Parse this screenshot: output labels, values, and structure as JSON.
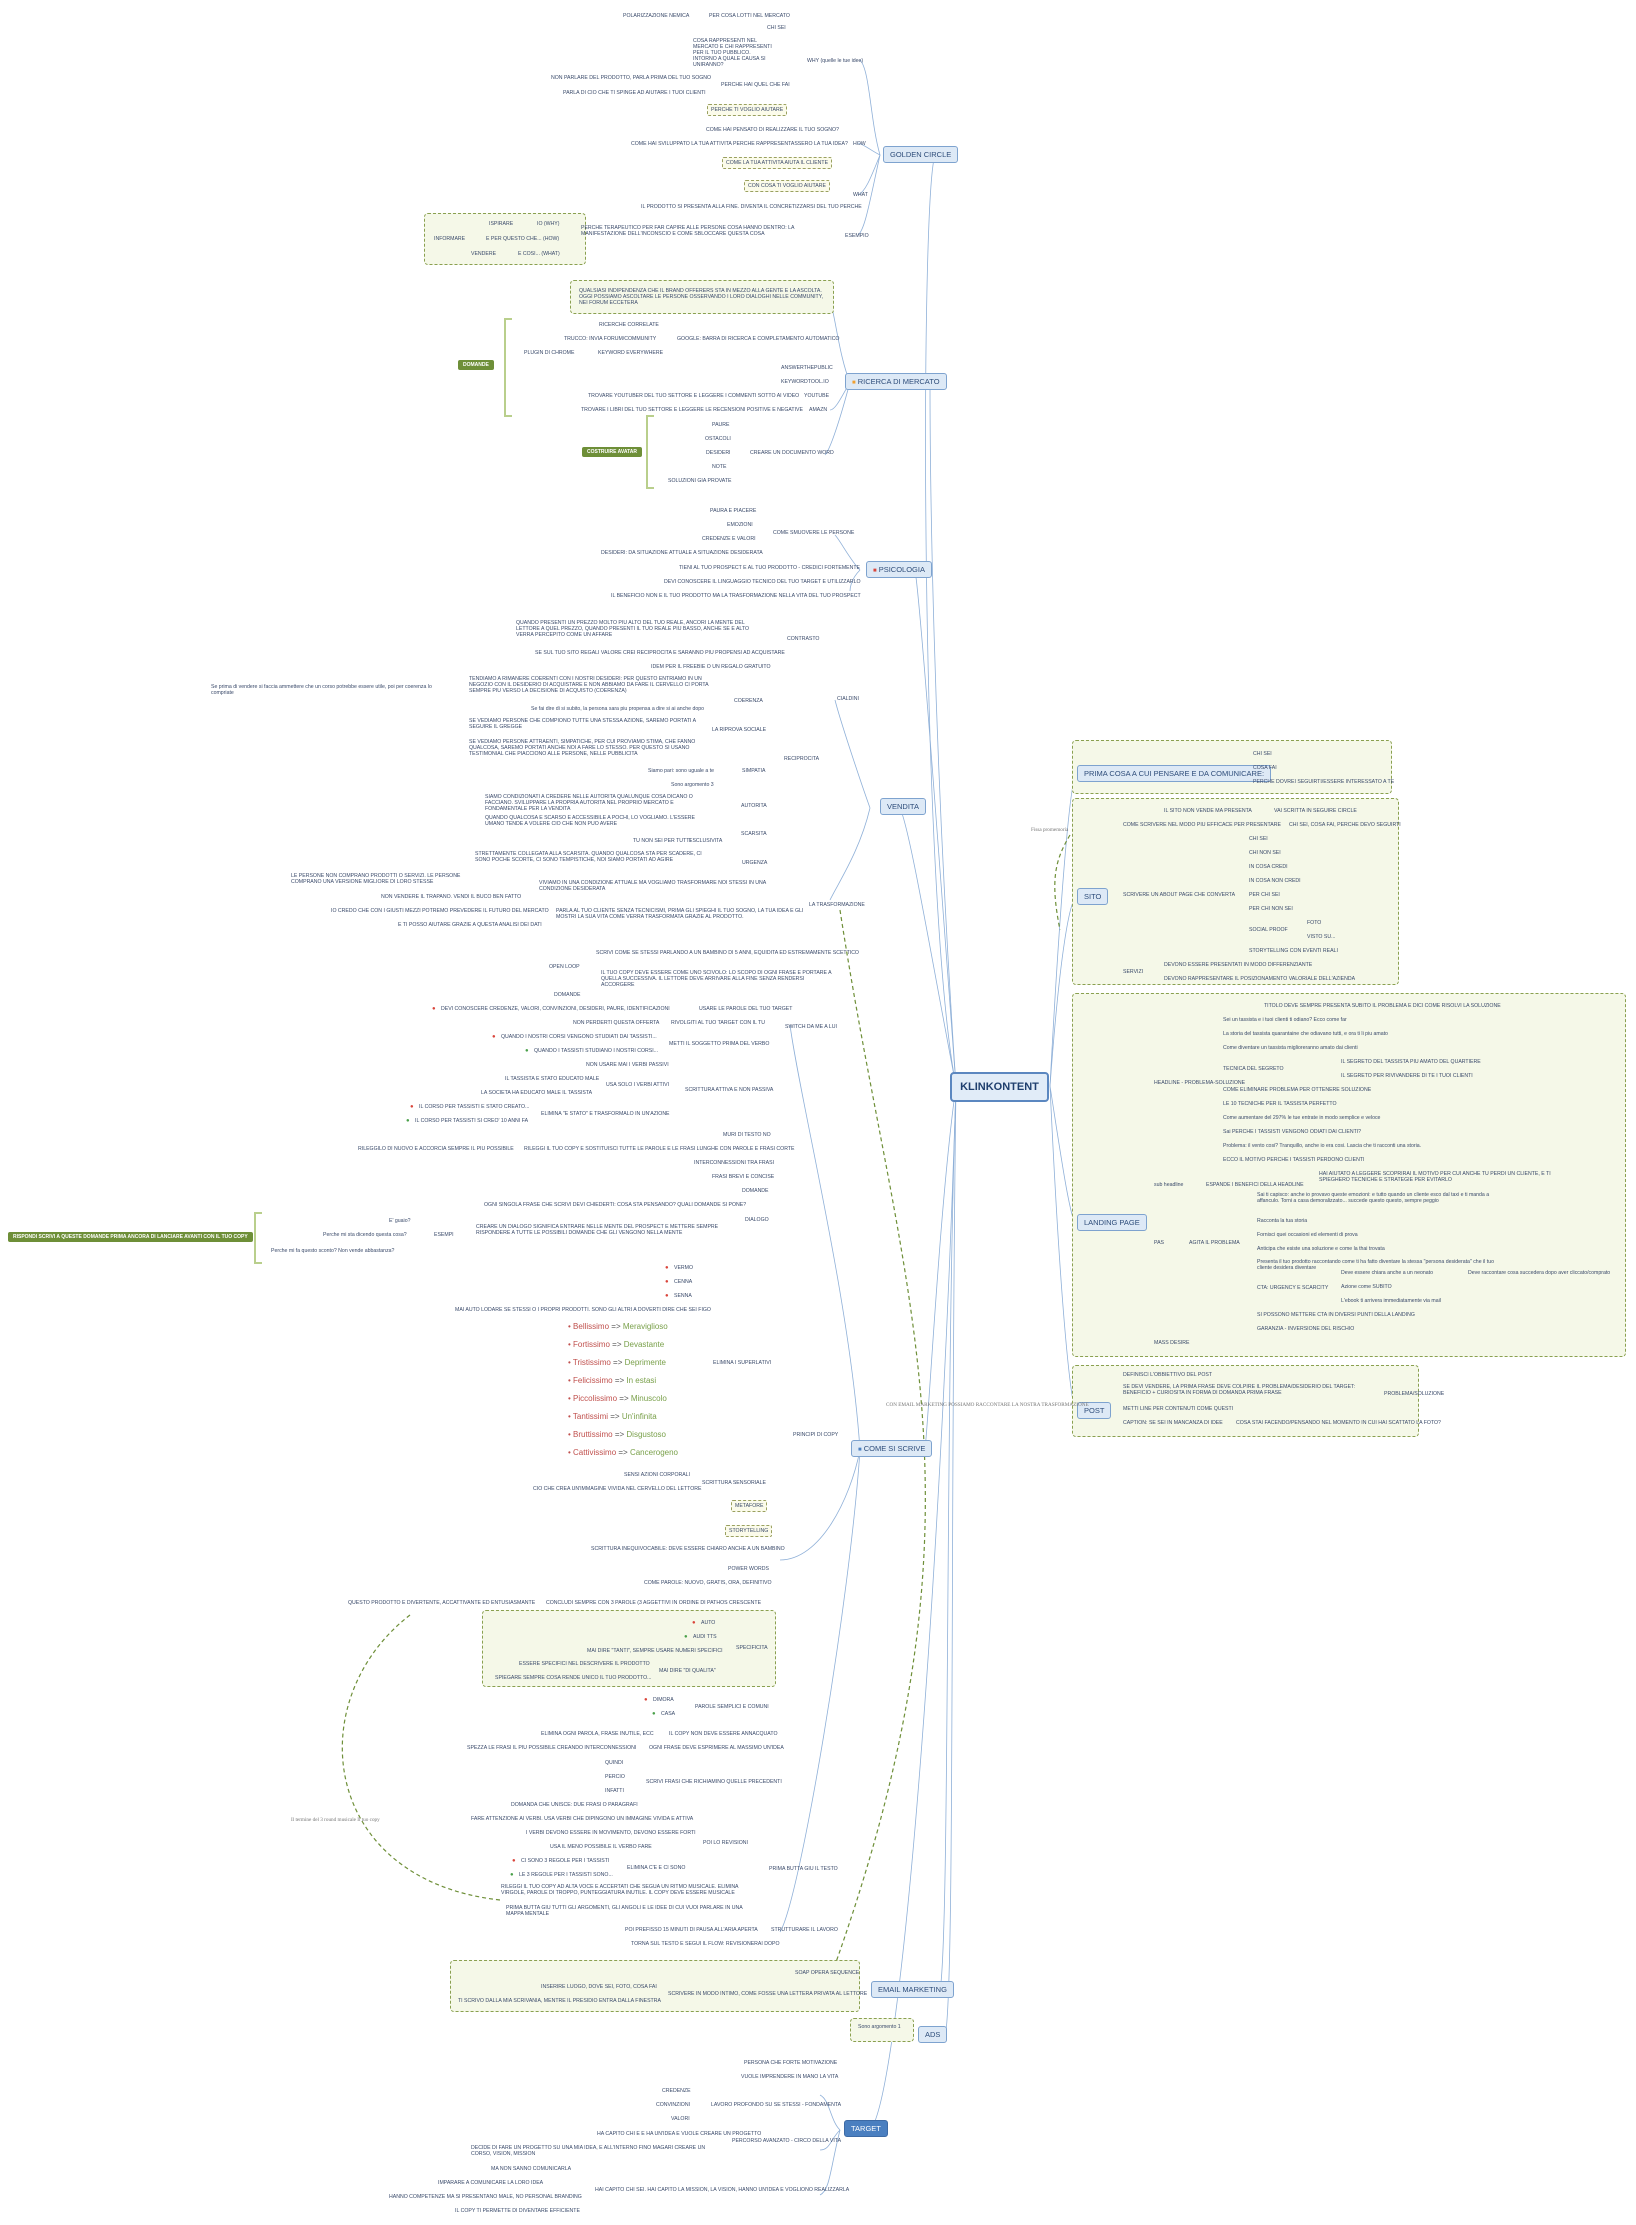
{
  "central": "KLINKONTENT",
  "topics": {
    "golden": "GOLDEN CIRCLE",
    "ricerca": "RICERCA DI MERCATO",
    "psicologia": "PSICOLOGIA",
    "vendita": "VENDITA",
    "come": "COME SI SCRIVE",
    "email": "EMAIL MARKETING",
    "ads": "ADS",
    "target": "TARGET",
    "prima": "PRIMA COSA A CUI PENSARE E DA COMUNICARE:",
    "sito": "SITO",
    "landing": "LANDING PAGE",
    "post": "POST"
  },
  "tags": {
    "domande": "DOMANDE",
    "costruire": "COSTRUIRE AVATAR",
    "risposte": "RISPONDI SCRIVI A QUESTE DOMANDE PRIMA ANCORA DI LANCIARE AVANTI CON IL TUO COPY"
  },
  "left": {
    "g1": "POLARIZZAZIONE NEMICA",
    "g2": "PER COSA LOTTI NEL MERCATO",
    "g3": "CHI SEI",
    "g4": "COSA RAPPRESENTI NEL MERCATO E CHI RAPPRESENTI PER IL TUO PUBBLICO. INTORNO A QUALE CAUSA SI UNIRANNO?",
    "g5": "WHY (quelle le tue idee)",
    "g6": "PERCHE HAI QUEL CHE FAI",
    "g7": "NON PARLARE DEL PRODOTTO, PARLA PRIMA DEL TUO SOGNO",
    "g8": "PARLA DI CIO CHE TI SPINGE AD AIUTARE I TUOI CLIENTI",
    "g9": "PERCHE TI VOGLIO AIUTARE",
    "g10": "COME HAI PENSATO DI REALIZZARE IL TUO SOGNO?",
    "g11": "COME HAI SVILUPPATO LA TUA ATTIVITA PERCHE RAPPRESENTASSERO LA TUA IDEA?",
    "g12": "HOW",
    "g13": "COME LA TUA ATTIVITA AIUTA IL CLIENTE",
    "g14": "CON COSA TI VOGLIO AIUTARE",
    "g15": "WHAT",
    "g16": "IL PRODOTTO SI PRESENTA ALLA FINE. DIVENTA IL CONCRETIZZARSI DEL TUO PERCHE",
    "g17": "ISPIRARE",
    "g18": "IO (WHY)",
    "g19": "INFORMARE",
    "g20": "E PER QUESTO CHE... (HOW)",
    "g21": "VENDERE",
    "g22": "E COSI... (WHAT)",
    "g23": "PERCHE TERAPEUTICO PER FAR CAPIRE ALLE PERSONE COSA HANNO DENTRO: LA MANIFESTAZIONE DELL'INCONSCIO E COME SBLOCCARE QUESTA COSA",
    "g24": "ESEMPIO",
    "r1": "QUALSIASI INDIPENDENZA CHE IL BRAND OFFERERS STA IN MEZZO ALLA GENTE E LA ASCOLTA. OGGI POSSIAMO ASCOLTARE LE PERSONE OSSERVANDO I LORO DIALOGHI NELLE COMMUNITY, NEI FORUM ECCETERA",
    "r2": "RICERCHE CORRELATE",
    "r3": "TRUCCO: INVIA FORUM/COMMUNITY",
    "r4": "GOOGLE: BARRA DI RICERCA E COMPLETAMENTO AUTOMATICO",
    "r5": "PLUGIN DI CHROME",
    "r6": "KEYWORD EVERYWHERE",
    "r7": "ANSWERTHEPUBLIC",
    "r8": "KEYWORDTOOL.IO",
    "r9": "TROVARE YOUTUBER DEL TUO SETTORE E LEGGERE I COMMENTI SOTTO AI VIDEO",
    "r10": "YOUTUBE",
    "r11": "TROVARE I LIBRI DEL TUO SETTORE E LEGGERE LE RECENSIONI POSITIVE E NEGATIVE",
    "r12": "AMAZN",
    "r13": "PAURE",
    "r14": "OSTACOLI",
    "r15": "DESIDERI",
    "r16": "NOTE",
    "r17": "CREARE UN DOCUMENTO WORD",
    "r18": "SOLUZIONI GIA PROVATE",
    "p1": "PAURA E PIACERE",
    "p2": "EMOZIONI",
    "p3": "CREDENZE E VALORI",
    "p4": "COME SMUOVERE LE PERSONE",
    "p5": "DESIDERI: DA SITUAZIONE ATTUALE A SITUAZIONE DESIDERATA",
    "p6": "TIENI AL TUO PROSPECT E AL TUO PRODOTTO - CREDICI FORTEMENTE",
    "p7": "DEVI CONOSCERE IL LINGUAGGIO TECNICO DEL TUO TARGET E UTILIZZARLO",
    "p8": "IL BENEFICIO NON E IL TUO PRODOTTO MA LA TRASFORMAZIONE NELLA VITA DEL TUO PROSPECT",
    "v1": "QUANDO PRESENTI UN PREZZO MOLTO PIU ALTO DEL TUO REALE, ANCORI LA MENTE DEL LETTORE A QUEL PREZZO, QUANDO PRESENTI IL TUO REALE PIU BASSO, ANCHE SE E ALTO VERRA PERCEPITO COME UN AFFARE",
    "v2": "CONTRASTO",
    "v3": "SE SUL TUO SITO REGALI VALORE CREI RECIPROCITA E SARANNO PIU PROPENSI AD ACQUISTARE",
    "v4": "IDEM PER IL FREEBIE O UN REGALO GRATUITO",
    "v5": "CIALDINI",
    "v6": "Se prima di vendere si faccia ammettere che un corso potrebbe essere utile, poi per coerenza lo compriate",
    "v7": "TENDIAMO A RIMANERE COERENTI CON I NOSTRI DESIDERI: PER QUESTO ENTRIAMO IN UN NEGOZIO CON IL DESIDERIO DI ACQUISTARE E NON ABBIAMO DA FARE IL CERVELLO CI PORTA SEMPRE PIU VERSO LA DECISIONE DI ACQUISTO (COERENZA)",
    "v8": "COERENZA",
    "v9": "Se fai dire di si subito, la persona sara piu propensa a dire si ai anche dopo",
    "v10": "SE VEDIAMO PERSONE CHE COMPIONO TUTTE UNA STESSA AZIONE, SAREMO PORTATI A SEGUIRE IL GREGGE",
    "v11": "LA RIPROVA SOCIALE",
    "v12": "RECIPROCITA",
    "v13": "SE VEDIAMO PERSONE ATTRAENTI, SIMPATICHE, PER CUI PROVIAMO STIMA, CHE FANNO QUALCOSA, SAREMO PORTATI ANCHE NOI A FARE LO STESSO. PER QUESTO SI USANO TESTIMONIAL CHE PIACCIONO ALLE PERSONE, NELLE PUBBLICITA",
    "v14": "Siamo pari: sono uguale a te",
    "v15": "SIMPATIA",
    "v16": "Sono argomento 3",
    "v17": "SIAMO CONDIZIONATI A CREDERE NELLE AUTORITA QUALUNQUE COSA DICANO O FACCIANO. SVILUPPARE LA PROPRIA AUTORITA NEL PROPRIO MERCATO E FONDAMENTALE PER LA VENDITA",
    "v18": "AUTORITA",
    "v19": "QUANDO QUALCOSA E SCARSO E ACCESSIBILE A POCHI, LO VOGLIAMO. L'ESSERE UMANO TENDE A VOLERE CIO CHE NON PUO AVERE",
    "v20": "SCARSITA",
    "v21": "TU NON SEI PER TUTTI",
    "v22": "ESCLUSIVITA",
    "v23": "STRETTAMENTE COLLEGATA ALLA SCARSITA. QUANDO QUALCOSA STA PER SCADERE, CI SONO POCHE SCORTE, CI SONO TEMPISTICHE, NOI SIAMO PORTATI AD AGIRE",
    "v24": "URGENZA",
    "v25": "LE PERSONE NON COMPRANO PRODOTTI O SERVIZI. LE PERSONE COMPRANO UNA VERSIONE MIGLIORE DI LORO STESSE",
    "v26": "VIVIAMO IN UNA CONDIZIONE ATTUALE MA VOGLIAMO TRASFORMARE NOI STESSI IN UNA CONDIZIONE DESIDERATA",
    "v27": "NON VENDERE IL TRAPANO. VENDI IL BUCO BEN FATTO",
    "v28": "LA TRASFORMAZIONE",
    "v29": "IO CREDO CHE CON I GIUSTI MEZZI POTREMO PREVEDERE IL FUTURO DEL MERCATO",
    "v30": "PARLA AL TUO CLIENTE SENZA TECNICISMI, PRIMA GLI SPIEGHI IL TUO SOGNO, LA TUA IDEA E GLI MOSTRI LA SUA VITA COME VERRA TRASFORMATA GRAZIE AL PRODOTTO.",
    "v31": "E TI POSSO AIUTARE GRAZIE A QUESTA ANALISI DEI DATI",
    "c1": "SCRIVI COME SE STESSI PARLANDO A UN BAMBINO DI 5 ANNI, EQUIDITA ED ESTREMAMENTE SCETTICO",
    "c2": "OPEN LOOP",
    "c3": "IL TUO COPY DEVE ESSERE COME UNO SCIVOLO: LO SCOPO DI OGNI FRASE E PORTARE A QUELLA SUCCESSIVA. IL LETTORE DEVE ARRIVARE ALLA FINE SENZA RENDERSI ACCORGERE",
    "c4": "DOMANDE",
    "c5": "DEVI CONOSCERE CREDENZE, VALORI, CONVINZIONI, DESIDERI, PAURE, IDENTIFICAZIONI",
    "c6": "USARE LE PAROLE DEL TUO TARGET",
    "c7": "NON PERDERTI QUESTA OFFERTA",
    "c8": "RIVOLGITI AL TUO TARGET CON IL TU",
    "c9": "SWITCH DA ME A LUI",
    "c10": "QUANDO I NOSTRI CORSI VENGONO STUDIATI DAI TASSISTI...",
    "c11": "METTI IL SOGGETTO PRIMA DEL VERBO",
    "c12": "QUANDO I TASSISTI STUDIANO I NOSTRI CORSI...",
    "c13": "NON USARE MAI I VERBI PASSIVI",
    "c14": "IL TASSISTA E STATO EDUCATO MALE",
    "c15": "USA SOLO I VERBI ATTIVI",
    "c16": "LA SOCIETA HA EDUCATO MALE IL TASSISTA",
    "c17": "SCRITTURA ATTIVA E NON PASSIVA",
    "c18": "IL CORSO PER TASSISTI E STATO CREATO...",
    "c19": "ELIMINA \"E STATO\" E TRASFORMALO IN UN'AZIONE",
    "c20": "IL CORSO PER TASSISTI SI CREO' 10 ANNI FA",
    "c21": "RILEGGILO DI NUOVO E ACCORCIA SEMPRE IL PIU POSSIBILE",
    "c22": "RILEGGI IL TUO COPY E SOSTITUISCI TUTTE LE PAROLE E LE FRASI LUNGHE CON PAROLE E FRASI CORTE",
    "c23": "MURI DI TESTO NO",
    "c24": "INTERCONNESSIONI TRA FRASI",
    "c25": "FRASI BREVI E CONCISE",
    "c26": "DOMANDE",
    "c27": "OGNI SINGOLA FRASE CHE SCRIVI DEVI CHIEDERTI: COSA STA PENSANDO? QUALI DOMANDE SI PONE?",
    "c28": "DIALOGO",
    "c29": "E' guaio?",
    "c30": "CREARE UN DIALOGO SIGNIFICA ENTRARE NELLE MENTE DEL PROSPECT E METTERE SEMPRE RISPONDERE A TUTTE LE POSSIBILI DOMANDE CHE GLI VENGONO NELLA MENTE",
    "c31": "Perche mi sta dicendo questa cosa?",
    "c32": "ESEMPI",
    "c33": "Perche mi fa questo sconto? Non vende abbastanza?",
    "c34": "VERMO",
    "c35": "CENNA",
    "c36": "SENNA",
    "c37": "MAI AUTO LODARE SE STESSI O I PROPRI PRODOTTI. SONO GLI ALTRI A DOVERTI DIRE CHE SEI FIGO",
    "c38": "ELIMINA I SUPERLATIVI",
    "c39": "SENSI AZIONI CORPORALI",
    "c40": "SCRITTURA SENSORIALE",
    "c41": "CIO CHE CREA UN'IMMAGINE VIVIDA NEL CERVELLO DEL LETTORE",
    "c42": "PRINCIPI DI COPY",
    "c43": "METAFORE",
    "c44": "STORYTELLING",
    "c45": "SCRITTURA INEQUIVOCABILE: DEVE ESSERE CHIARO ANCHE A UN BAMBINO",
    "c46": "POWER WORDS",
    "c47": "COME PAROLE: NUOVO, GRATIS, ORA, DEFINITIVO",
    "c48": "QUESTO PRODOTTO E DIVERTENTE, ACCATTIVANTE ED ENTUSIASMANTE",
    "c49": "CONCLUDI SEMPRE CON 3 PAROLE (3 AGGETTIVI IN ORDINE DI PATHOS CRESCENTE",
    "c50": "AUTO",
    "c51": "AUDI TTS",
    "c52": "MAI DIRE \"TANTI\", SEMPRE USARE NUMERI SPECIFICI",
    "c53": "SPECIFICITA",
    "c54": "ESSERE SPECIFICI NEL DESCRIVERE IL PRODOTTO",
    "c55": "MAI DIRE \"DI QUALITA\"",
    "c56": "SPIEGARE SEMPRE COSA RENDE UNICO IL TUO PRODOTTO...",
    "c57": "DIMORA",
    "c58": "PAROLE SEMPLICI E COMUNI",
    "c59": "CASA",
    "c60": "ELIMINA OGNI PAROLA, FRASE INUTILE, ECC",
    "c61": "IL COPY NON DEVE ESSERE ANNACQUATO",
    "c62": "SPEZZA LE FRASI IL PIU POSSIBILE CREANDO INTERCONNESSIONI",
    "c63": "OGNI FRASE DEVE ESPRIMERE AL MASSIMO UN'IDEA",
    "c64": "QUINDI",
    "c65": "PERCIO",
    "c66": "INFATTI",
    "c67": "SCRIVI FRASI CHE RICHIAMINO QUELLE PRECEDENTI",
    "c68": "DOMANDA CHE UNISCE: DUE FRASI O PARAGRAFI",
    "c69": "FARE ATTENZIONE AI VERBI. USA VERBI CHE DIPINGONO UN IMMAGINE VIVIDA E ATTIVA",
    "c70": "I VERBI DEVONO ESSERE IN MOVIMENTO, DEVONO ESSERE FORTI",
    "c71": "POI LO REVISIONI",
    "c72": "USA IL MENO POSSIBILE IL VERBO FARE",
    "c73": "CI SONO 3 REGOLE PER I TASSISTI",
    "c74": "ELIMINA C'E E CI SONO",
    "c75": "LE 3 REGOLE PER I TASSISTI SONO...",
    "c76": "PRIMA BUTTA GIU IL TESTO",
    "c77": "RILEGGI IL TUO COPY AD ALTA VOCE E ACCERTATI CHE SEGUA UN RITMO MUSICALE. ELIMINA VIRGOLE, PAROLE DI TROPPO, PUNTEGGIATURA INUTILE. IL COPY DEVE ESSERE MUSICALE",
    "c78": "PRIMA BUTTA GIU TUTTI GLI ARGOMENTI, GLI ANGOLI E LE IDEE DI CUI VUOI PARLARE IN UNA MAPPA MENTALE",
    "c79": "POI PREFISSO 15 MINUTI DI PAUSA ALL'ARIA APERTA",
    "c80": "STRUTTURARE IL LAVORO",
    "c81": "TORNA SUL TESTO E SEGUI IL FLOW: REVISIONERAI DOPO",
    "e1": "SOAP OPERA SEQUENCE",
    "e2": "INSERIRE LUOGO, DOVE SEI, FOTO, COSA FAI",
    "e3": "SCRIVERE IN MODO INTIMO, COME FOSSE UNA LETTERA PRIVATA AL LETTORE",
    "e4": "TI SCRIVO DALLA MIA SCRIVANIA, MENTRE IL PRESIDIO ENTRA DALLA FINESTRA",
    "a1": "Sono argomento 1",
    "t1": "PERSONA CHE FORTE MOTIVAZIONE",
    "t2": "VUOLE IMPRENDERE IN MANO LA VITA",
    "t3": "CREDENZE",
    "t4": "CONVINZIONI",
    "t5": "LAVORO PROFONDO SU SE STESSI - FONDAMENTA",
    "t6": "VALORI",
    "t7": "HA CAPITO CHI E E HA UN'IDEA E VUOLE CREARE UN PROGETTO",
    "t8": "PERCORSO AVANZATO - CIRCO DELLA VITA",
    "t9": "DECIDE DI FARE UN PROGETTO SU UNA MIA IDEA, E ALL'INTERNO FINO MAGARI CREARE UN CORSO, VISION, MISSION",
    "t10": "MA NON SANNO COMUNICARLA",
    "t11": "IMPARARE A COMUNICARE LA LORO IDEA",
    "t12": "HANNO COMPETENZE MA SI PRESENTANO MALE, NO PERSONAL BRANDING",
    "t13": "HAI CAPITO CHI SEI. HAI CAPITO LA MISSION, LA VISION, HANNO UN'IDEA E VOGLIONO REALIZZARLA",
    "t14": "IL COPY TI PERMETTE DI DIVENTARE EFFICIENTE",
    "note1": "Fissa promemoria",
    "note2": "Il termine del 3 round musicale Il tuo copy",
    "note3": "CON EMAIL MARKETING POSSIAMO RACCONTARE LA NOSTRA TRASFORMAZIONE"
  },
  "right": {
    "pr1": "CHI SEI",
    "pr2": "COSA FAI",
    "pr3": "PERCHE DOVREI SEGUIRTI/ESSERE INTERESSATO A TE",
    "s1": "IL SITO NON VENDE MA PRESENTA",
    "s2": "VAI SCRITTA IN SEGUIRE CIRCLE",
    "s3": "COME SCRIVERE NEL MODO PIU EFFICACE PER PRESENTARE",
    "s4": "CHI SEI, COSA FAI, PERCHE DEVO SEGUIRTI",
    "s5": "CHI SEI",
    "s6": "CHI NON SEI",
    "s7": "IN COSA CREDI",
    "s8": "IN COSA NON CREDI",
    "s9": "SCRIVERE UN ABOUT PAGE CHE CONVERTA",
    "s10": "PER CHI SEI",
    "s11": "PER CHI NON SEI",
    "s12": "FOTO",
    "s13": "SOCIAL PROOF",
    "s14": "VISTO SU...",
    "s15": "STORYTELLING CON EVENTI REALI",
    "s16": "SERVIZI",
    "s17": "DEVONO ESSERE PRESENTATI IN MODO DIFFERENZIANTE",
    "s18": "DEVONO RAPPRESENTARE IL POSIZIONAMENTO VALORIALE DELL'AZIENDA",
    "l1": "TITOLO DEVE SEMPRE PRESENTA SUBITO IL PROBLEMA E DICI COME RISOLVI LA SOLUZIONE",
    "l2": "Sei un tassista e i tuoi clienti ti odiano? Ecco come far",
    "l3": "La storia del tassista quarantaine che odiavano tutti, e ora ti li piu amato",
    "l4": "Come diventare un tassista miglioreranno amato dai clienti",
    "l5": "TECNICA DEL SEGRETO",
    "l6": "IL SEGRETO DEL TASSISTA PIU AMATO DEL QUARTIERE",
    "l7": "HEADLINE - PROBLEMA-SOLUZIONE",
    "l8": "IL SEGRETO PER RIVIVANDERE DI TE I TUOI CLIENTI",
    "l9": "COME ELIMINARE PROBLEMA PER OTTENERE SOLUZIONE",
    "l10": "LE 10 TECNICHE PER IL TASSISTA PERFETTO",
    "l11": "Come aumentare del 297% le tue entrate in modo semplice e veloce",
    "l12": "Sai PERCHE I TASSISTI VENGONO ODIATI DAI CLIENTI?",
    "l13": "Problema: il vento cosi? Tranquillo, anche io era cosi. Lascia che ti racconti una storia.",
    "l14": "ECCO IL MOTIVO PERCHE I TASSISTI PERDONO CLIENTI",
    "l15": "sub headline",
    "l16": "ESPANDE I BENEFICI DELLA HEADLINE",
    "l17": "HAI AIUTATO A LEGGERE SCOPRIRAI IL MOTIVO PER CUI ANCHE TU PERDI UN CLIENTE, E TI SPIEGHERO TECNICHE E STRATEGIE PER EVITARLO",
    "l18": "Sai ti capisco: anche io provavo queste emozioni: e tutto quando un cliente esco dal taxi e ti manda a affanculo. Torni a casa demoralizzato... succede questo questo, sempre peggio",
    "l19": "Racconta la tua storia",
    "l20": "Fornisci quei occasioni ed elementi di prova",
    "l21": "PAS",
    "l22": "AGITA IL PROBLEMA",
    "l23": "Anticipa che esiste una soluzione e come la thai trovata",
    "l24": "Presenta il tuo prodotto raccontando come ti ha fatto diventare la stessa \"persona desiderata\" che il tuo cliente desidera diventare",
    "l25": "CTA: URGENCY E SCARCITY",
    "l26": "Deve essere chiara anche a un neonato",
    "l27": "Deve raccontare cosa succedera dopo aver cliccato/comprato",
    "l28": "Azione come SUBITO",
    "l29": "L'ebook ti arrivera immediatamente via mail",
    "l30": "SI POSSONO METTERE CTA IN DIVERSI PUNTI DELLA LANDING",
    "l31": "GARANZIA - INVERSIONE DEL RISCHIO",
    "l32": "MASS DESIRE",
    "po1": "DEFINISCI L'OBBIETTIVO DEL POST",
    "po2": "SE DEVI VENDERE, LA PRIMA FRASE DEVE COLPIRE IL PROBLEMA/DESIDERIO DEL TARGET: BENEFICIO + CURIOSITA IN FORMA DI DOMANDA PRIMA FRASE",
    "po3": "PROBLEMA/SOLUZIONE",
    "po4": "METTI LINE PER CONTENUTI COME QUESTI",
    "po5": "CAPTION: SE SEI IN MANCANZA DI IDEE",
    "po6": "COSA STAI FACENDO/PENSANDO NEL MOMENTO IN CUI HAI SCATTATO LA FOTO?"
  },
  "superlatives": [
    {
      "a": "Bellissimo",
      "b": "Meraviglioso"
    },
    {
      "a": "Fortissimo",
      "b": "Devastante"
    },
    {
      "a": "Tristissimo",
      "b": "Deprimente"
    },
    {
      "a": "Felicissimo",
      "b": "In estasi"
    },
    {
      "a": "Piccolissimo",
      "b": "Minuscolo"
    },
    {
      "a": "Tantissimi",
      "b": "Un'infinita"
    },
    {
      "a": "Bruttissimo",
      "b": "Disgustoso"
    },
    {
      "a": "Cattivissimo",
      "b": "Cancerogeno"
    }
  ],
  "arrow": "=>",
  "icons": {
    "warning": "warning-icon",
    "x": "x-icon",
    "check": "check-icon",
    "box": "box-icon"
  },
  "colors": {
    "line": "#8fb0d8",
    "dashed": "#6e8f38",
    "red": "#d9453b",
    "green": "#4aa04a",
    "orange": "#f0a030"
  }
}
